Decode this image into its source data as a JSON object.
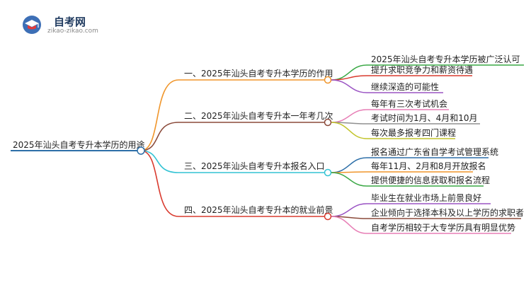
{
  "brand": {
    "title": "自考网",
    "url": "zikao-zikao.com"
  },
  "mindmap": {
    "root": "2025年汕头自考专升本学历的用途",
    "branches": [
      {
        "label": "一、2025年汕头自考专升本学历的作用",
        "color": "#f0962c",
        "leaves": [
          {
            "label": "2025年汕头自考专升本学历被广泛认可",
            "color": "#3aa845"
          },
          {
            "label": "提升求职竞争力和薪资待遇",
            "color": "#d93a2e"
          },
          {
            "label": "继续深造的可能性",
            "color": "#9b55c4"
          }
        ]
      },
      {
        "label": "二、2025年汕头自考专升本一年考几次",
        "color": "#8b4a3a",
        "leaves": [
          {
            "label": "每年有三次考试机会",
            "color": "#e77fb6"
          },
          {
            "label": "考试时间为1月、4月和10月",
            "color": "#909090"
          },
          {
            "label": "每次最多报考四门课程",
            "color": "#c2c42a"
          }
        ]
      },
      {
        "label": "三、2025年汕头自考专升本报名入口",
        "color": "#33c3d4",
        "leaves": [
          {
            "label": "报名通过广东省自学考试管理系统",
            "color": "#2d6fa8"
          },
          {
            "label": "每年11月、2月和8月开放报名",
            "color": "#f0962c"
          },
          {
            "label": "提供便捷的信息获取和报名流程",
            "color": "#3aa845"
          }
        ]
      },
      {
        "label": "四、2025年汕头自考专升本的就业前景",
        "color": "#d93a2e",
        "leaves": [
          {
            "label": "毕业生在就业市场上前景良好",
            "color": "#9b55c4"
          },
          {
            "label": "企业倾向于选择本科及以上学历的求职者",
            "color": "#8b4a3a"
          },
          {
            "label": "自考学历相较于大专学历具有明显优势",
            "color": "#e77fb6"
          }
        ]
      }
    ],
    "root_color": "#2d6fa8"
  }
}
